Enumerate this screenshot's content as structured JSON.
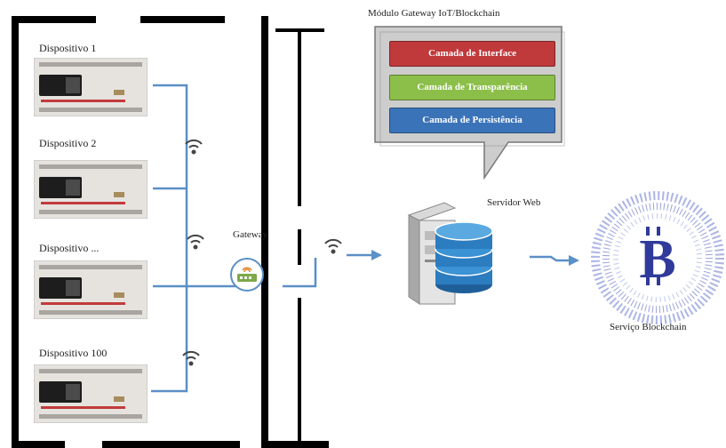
{
  "devices": [
    {
      "label": "Dispositivo 1"
    },
    {
      "label": "Dispositivo 2"
    },
    {
      "label": "Dispositivo ..."
    },
    {
      "label": "Dispositivo 100"
    }
  ],
  "gateway": {
    "label": "Gateway"
  },
  "module": {
    "title": "Módulo Gateway IoT/Blockchain",
    "layers": [
      {
        "label": "Camada de Interface",
        "color": "#c0393b"
      },
      {
        "label": "Camada de Transparência",
        "color": "#8cbf4a"
      },
      {
        "label": "Camada de Persistência",
        "color": "#3b73b9"
      }
    ]
  },
  "server": {
    "label": "Servidor Web"
  },
  "blockchain": {
    "label": "Serviço Blockchain",
    "color": "#3f4fb0"
  },
  "colors": {
    "link": "#5b8fc7",
    "frame": "#000000"
  }
}
